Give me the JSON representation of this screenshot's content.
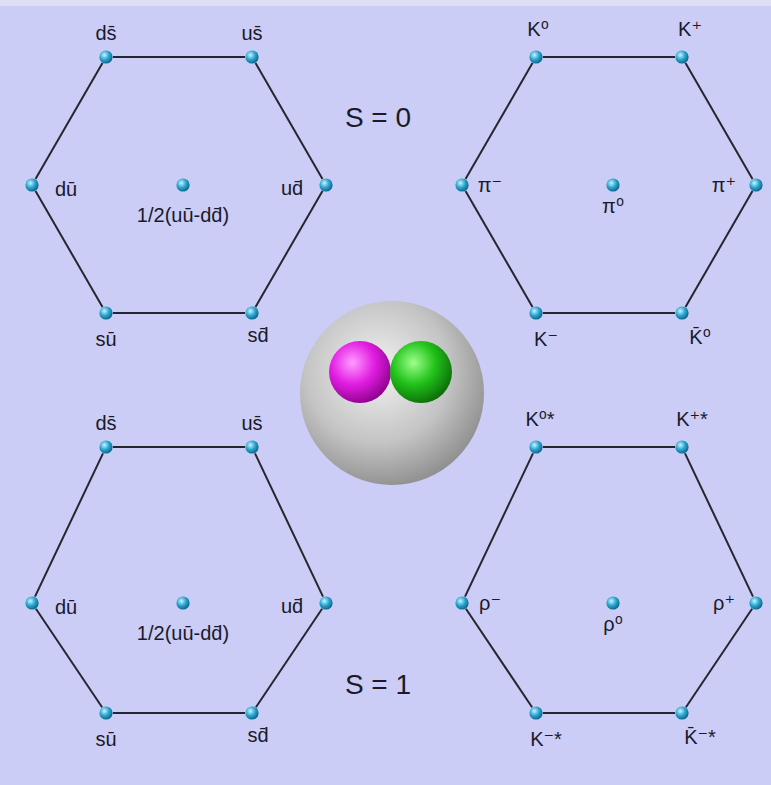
{
  "diagram": {
    "nodes": [
      {
        "text": [
          "ds̄"
        ]
      },
      {
        "text": [
          "us̄"
        ]
      },
      {
        "text": [
          "dū"
        ]
      },
      {
        "text": [
          "1/2(uū-dd̄)"
        ]
      },
      {
        "text": [
          "ud̄"
        ]
      },
      {
        "text": [
          "sū"
        ]
      },
      {
        "text": [
          "sd̄"
        ]
      },
      {
        "text": [
          "K⁰"
        ]
      },
      {
        "text": [
          "K⁺"
        ]
      },
      {
        "text": [
          "π⁻"
        ]
      },
      {
        "text": [
          "π⁰"
        ]
      },
      {
        "text": [
          "π⁺"
        ]
      },
      {
        "text": [
          "K⁻"
        ]
      },
      {
        "text": [
          "K̄⁰"
        ]
      },
      {
        "text": [
          "ds̄"
        ]
      },
      {
        "text": [
          "us̄"
        ]
      },
      {
        "text": [
          "dū"
        ]
      },
      {
        "text": [
          "1/2(uū-dd̄)"
        ]
      },
      {
        "text": [
          "ud̄"
        ]
      },
      {
        "text": [
          "sū"
        ]
      },
      {
        "text": [
          "sd̄"
        ]
      },
      {
        "text": [
          "K⁰*"
        ]
      },
      {
        "text": [
          "K⁺*"
        ]
      },
      {
        "text": [
          "ρ⁻"
        ]
      },
      {
        "text": [
          "ρ⁰"
        ]
      },
      {
        "text": [
          "ρ⁺"
        ]
      },
      {
        "text": [
          "K⁻*"
        ]
      },
      {
        "text": [
          "K̄⁻*"
        ]
      }
    ],
    "edges": [
      {
        "from": 0,
        "to": 1,
        "arrow": "none"
      },
      {
        "from": 1,
        "to": 4,
        "arrow": "none"
      },
      {
        "from": 4,
        "to": 6,
        "arrow": "none"
      },
      {
        "from": 6,
        "to": 5,
        "arrow": "none"
      },
      {
        "from": 5,
        "to": 2,
        "arrow": "none"
      },
      {
        "from": 2,
        "to": 0,
        "arrow": "none"
      },
      {
        "from": 7,
        "to": 8,
        "arrow": "none"
      },
      {
        "from": 8,
        "to": 11,
        "arrow": "none"
      },
      {
        "from": 11,
        "to": 13,
        "arrow": "none"
      },
      {
        "from": 13,
        "to": 12,
        "arrow": "none"
      },
      {
        "from": 12,
        "to": 9,
        "arrow": "none"
      },
      {
        "from": 9,
        "to": 7,
        "arrow": "none"
      },
      {
        "from": 14,
        "to": 15,
        "arrow": "none"
      },
      {
        "from": 15,
        "to": 18,
        "arrow": "none"
      },
      {
        "from": 18,
        "to": 20,
        "arrow": "none"
      },
      {
        "from": 20,
        "to": 19,
        "arrow": "none"
      },
      {
        "from": 19,
        "to": 16,
        "arrow": "none"
      },
      {
        "from": 16,
        "to": 14,
        "arrow": "none"
      },
      {
        "from": 21,
        "to": 22,
        "arrow": "none"
      },
      {
        "from": 22,
        "to": 25,
        "arrow": "none"
      },
      {
        "from": 25,
        "to": 27,
        "arrow": "none"
      },
      {
        "from": 27,
        "to": 26,
        "arrow": "none"
      },
      {
        "from": 26,
        "to": 23,
        "arrow": "none"
      },
      {
        "from": 23,
        "to": 21,
        "arrow": "none"
      }
    ],
    "labels": [
      "S = 0",
      "S = 1"
    ]
  }
}
